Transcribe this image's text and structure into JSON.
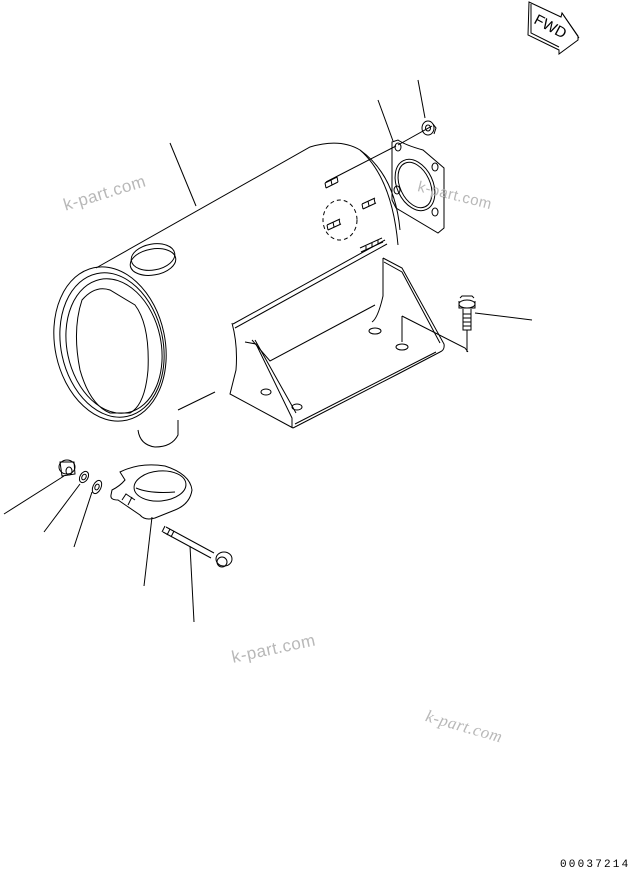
{
  "diagram": {
    "type": "exploded parts diagram",
    "subject": "muffler assembly with gasket, mounting bracket, clamp and fasteners",
    "fwd_indicator": "FWD",
    "drawing_number": "00037214",
    "watermarks": [
      "k-part.com",
      "k-part.com",
      "k-part.com",
      "k-part.com"
    ],
    "parts": [
      {
        "name": "muffler",
        "callout": "leader line upper-left"
      },
      {
        "name": "gasket",
        "callout": "leader line upper-right"
      },
      {
        "name": "nut-top",
        "callout": "leader line top-right"
      },
      {
        "name": "mounting-bracket",
        "callout": "none"
      },
      {
        "name": "flange-bolt",
        "callout": "leader line right"
      },
      {
        "name": "nut",
        "callout": "leader line lower-left"
      },
      {
        "name": "spring-washer",
        "callout": "leader line lower-left"
      },
      {
        "name": "flat-washer",
        "callout": "leader line lower-left"
      },
      {
        "name": "clamp",
        "callout": "leader line below"
      },
      {
        "name": "clamp-bolt",
        "callout": "leader line below"
      }
    ],
    "colors": {
      "line": "#000000",
      "background": "#ffffff",
      "watermark": "#b8b8b8"
    }
  }
}
